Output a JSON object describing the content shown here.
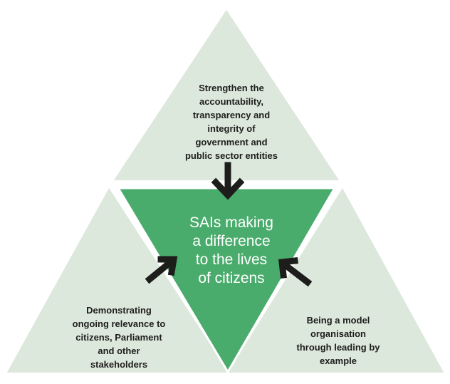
{
  "center": {
    "text": "SAIs making\na difference\nto the lives\nof citizens"
  },
  "top_node": {
    "text": "Strengthen the\naccountability,\ntransparency and\nintegrity of\ngovernment and\npublic sector entities"
  },
  "left_node": {
    "text": "Demonstrating\nongoing relevance to\ncitizens, Parliament\nand other\nstakeholders"
  },
  "right_node": {
    "text": "Being a model\norganisation\nthrough leading by\nexample"
  },
  "colors": {
    "outer_fill": "#dde8dd",
    "center_fill": "#4aac6c",
    "center_text": "#ffffff",
    "node_text": "#1d1d1b",
    "arrow": "#1d1d1b",
    "background": "#ffffff"
  }
}
